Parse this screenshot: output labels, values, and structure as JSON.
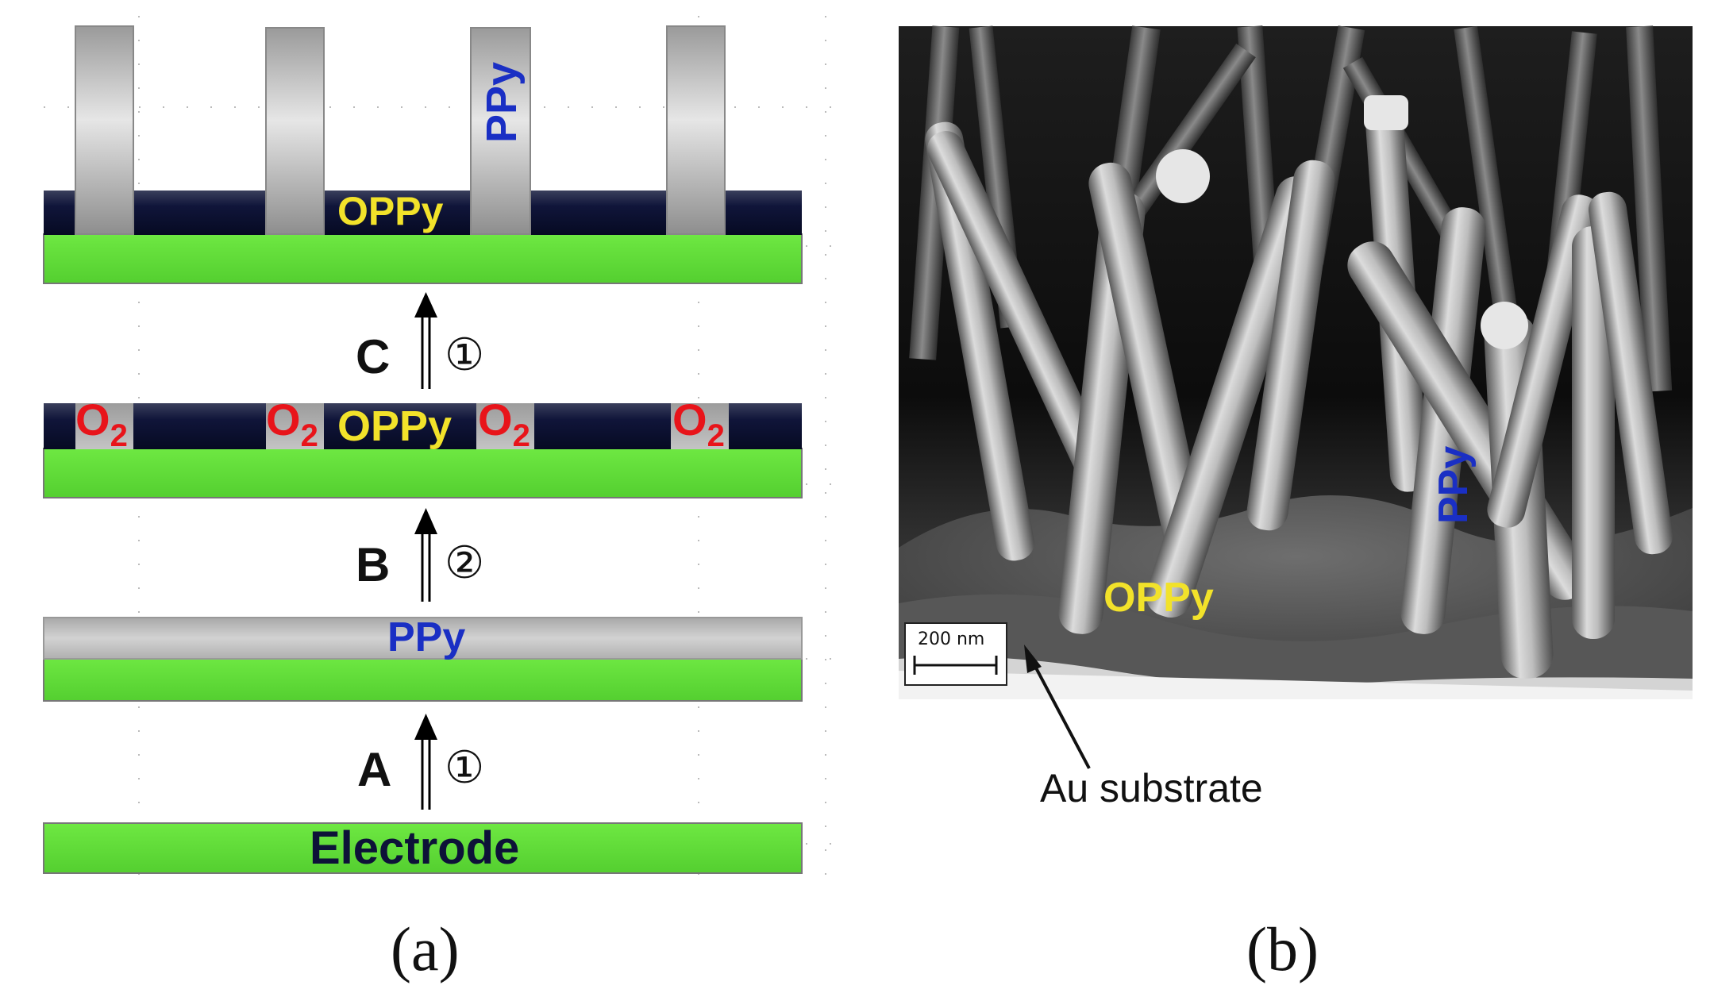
{
  "panel_a": {
    "caption": "(a)",
    "electrode_label": "Electrode",
    "ppy_film_label": "PPy",
    "oppy_label_middle": "OPPy",
    "oppy_label_top": "OPPy",
    "ppy_nanowire_label": "PPy",
    "o2_label": "O",
    "o2_subscript": "2",
    "steps": [
      {
        "letter": "A",
        "marker": "①"
      },
      {
        "letter": "B",
        "marker": "②"
      },
      {
        "letter": "C",
        "marker": "①"
      }
    ]
  },
  "panel_b": {
    "caption": "(b)",
    "oppy_label": "OPPy",
    "ppy_label": "PPy",
    "scale_bar_label": "200 nm",
    "substrate_label": "Au substrate"
  },
  "colors": {
    "electrode_green": "#5fdc3a",
    "oxide_navy": "#0d1238",
    "ppy_blue": "#1a2fc4",
    "oppy_yellow": "#f2e22a",
    "o2_red": "#e8141a",
    "ppy_gray": "#b8b8b8"
  }
}
